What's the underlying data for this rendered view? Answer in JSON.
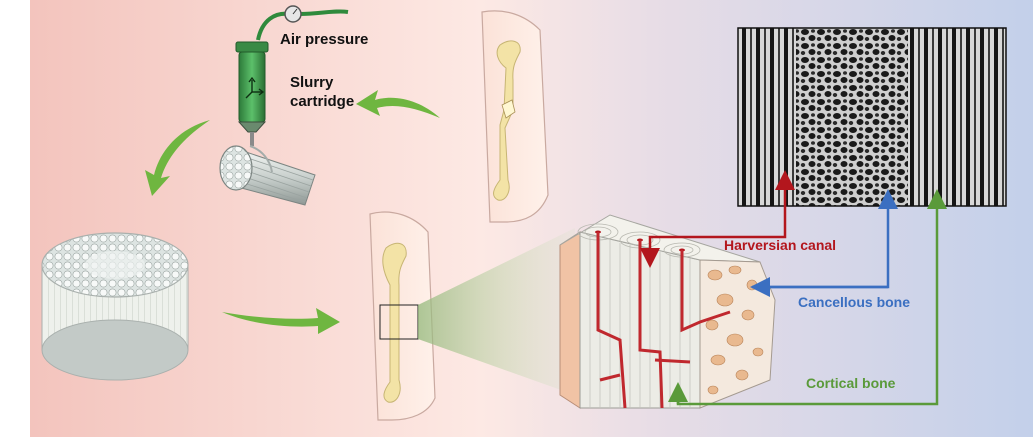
{
  "labels": {
    "air_pressure": "Air pressure",
    "slurry_line1": "Slurry",
    "slurry_line2": "cartridge",
    "harversian_canal": "Harversian canal",
    "cancellous_bone": "Cancellous bone",
    "cortical_bone": "Cortical bone"
  },
  "colors": {
    "bg_left": "#f4c9c3",
    "bg_mid": "#fbe7e2",
    "bg_right": "#c4d1ea",
    "flow_arrow": "#6fb640",
    "harversian": "#b3161d",
    "cancellous": "#3b6fc1",
    "cortical": "#5a9a3a"
  }
}
